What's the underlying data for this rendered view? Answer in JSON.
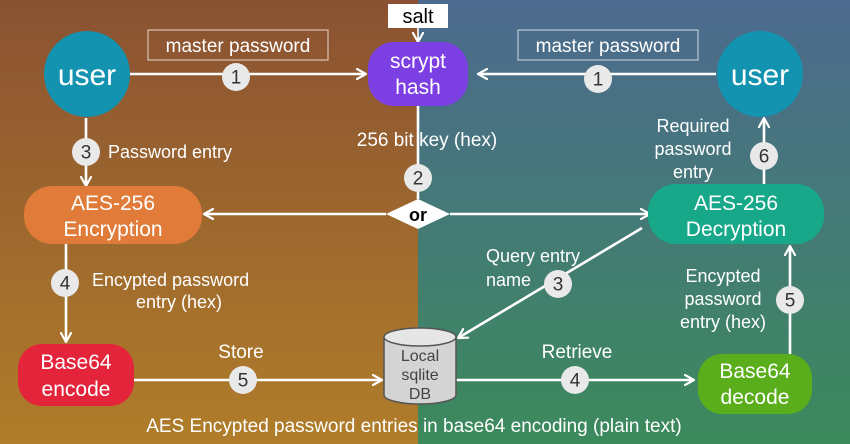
{
  "colors": {
    "bg_left_top": "#8a5232",
    "bg_left_bottom": "#b07d2a",
    "bg_right_top": "#4c6a8f",
    "bg_right_bottom": "#3c8a5c",
    "user": "#1493b1",
    "scrypt": "#7b3fe4",
    "aes_encrypt": "#e07b39",
    "aes_decrypt": "#17a88a",
    "base64_encode": "#e4243b",
    "base64_decode": "#5aae1c",
    "badge": "#e9e9e9",
    "arrow": "#ffffff"
  },
  "nodes": {
    "user_left": "user",
    "user_right": "user",
    "salt": "salt",
    "scrypt": [
      "scrypt",
      "hash"
    ],
    "aes_encrypt": [
      "AES-256",
      "Encryption"
    ],
    "aes_decrypt": [
      "AES-256",
      "Decryption"
    ],
    "base64_encode": [
      "Base64",
      "encode"
    ],
    "base64_decode": [
      "Base64",
      "decode"
    ],
    "db": [
      "Local",
      "sqlite",
      "DB"
    ],
    "or_diamond": "or"
  },
  "labels": {
    "master_password_left": "master password",
    "master_password_right": "master password",
    "key_hex": "256 bit  key (hex)",
    "password_entry": "Password entry",
    "required_password_entry": [
      "Required",
      "password",
      "entry"
    ],
    "query_entry_name": [
      "Query entry",
      "name"
    ],
    "encrypted_left": [
      "Encypted password",
      "entry (hex)"
    ],
    "encrypted_right": [
      "Encypted",
      "password",
      "entry (hex)"
    ],
    "store": "Store",
    "retrieve": "Retrieve",
    "caption": "AES Encypted password entries in base64 encoding (plain text)"
  },
  "badges": {
    "user_to_scrypt_left": "1",
    "user_to_scrypt_right": "1",
    "key_to_or": "2",
    "password_entry": "3",
    "query_entry": "3",
    "encrypt_to_encode": "4",
    "db_to_decode": "4",
    "encode_to_db": "5",
    "decode_to_decrypt": "5",
    "decrypt_to_user": "6"
  }
}
